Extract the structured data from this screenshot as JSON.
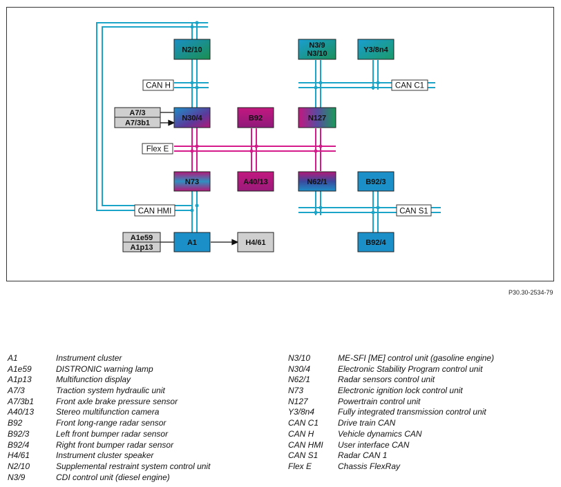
{
  "diagram": {
    "reference": "P30.30-2534-79",
    "units": {
      "n2_10": "N2/10",
      "n3_9": "N3/9",
      "n3_10": "N3/10",
      "y3_8n4": "Y3/8n4",
      "n30_4": "N30/4",
      "b92": "B92",
      "n127": "N127",
      "n73": "N73",
      "a40_13": "A40/13",
      "n62_1": "N62/1",
      "b92_3": "B92/3",
      "b92_4": "B92/4",
      "a1": "A1",
      "h4_61": "H4/61",
      "a7_3": "A7/3",
      "a7_3b1": "A7/3b1",
      "a1e59": "A1e59",
      "a1p13": "A1p13"
    },
    "buses": {
      "can_h": "CAN H",
      "can_c1": "CAN C1",
      "flex_e": "Flex E",
      "can_hmi": "CAN HMI",
      "can_s1": "CAN S1"
    },
    "colors": {
      "can_line": "#1aa4c8",
      "flexray_line": "#d6198a",
      "box_blue": "#1a8fc8",
      "box_green": "#1b8f4f",
      "box_purple": "#4a3d96",
      "box_magenta": "#b3197a",
      "box_gray": "#cfcfcf"
    }
  },
  "legend": {
    "left": [
      {
        "code": "A1",
        "desc": "Instrument cluster"
      },
      {
        "code": "A1e59",
        "desc": "DISTRONIC warning lamp"
      },
      {
        "code": "A1p13",
        "desc": "Multifunction display"
      },
      {
        "code": "A7/3",
        "desc": "Traction system hydraulic unit"
      },
      {
        "code": "A7/3b1",
        "desc": "Front axle brake pressure sensor"
      },
      {
        "code": "A40/13",
        "desc": "Stereo multifunction camera"
      },
      {
        "code": "B92",
        "desc": "Front long-range radar sensor"
      },
      {
        "code": "B92/3",
        "desc": "Left front bumper radar sensor"
      },
      {
        "code": "B92/4",
        "desc": "Right front bumper radar sensor"
      },
      {
        "code": "H4/61",
        "desc": "Instrument cluster speaker"
      },
      {
        "code": "N2/10",
        "desc": "Supplemental restraint system control unit"
      },
      {
        "code": "N3/9",
        "desc": "CDI control unit (diesel engine)"
      }
    ],
    "right": [
      {
        "code": "N3/10",
        "desc": "ME-SFI [ME] control unit (gasoline engine)"
      },
      {
        "code": "N30/4",
        "desc": "Electronic Stability Program control unit"
      },
      {
        "code": "N62/1",
        "desc": "Radar sensors control unit"
      },
      {
        "code": "N73",
        "desc": "Electronic ignition lock control unit"
      },
      {
        "code": "N127",
        "desc": "Powertrain control unit"
      },
      {
        "code": "Y3/8n4",
        "desc": "Fully integrated transmission control unit"
      },
      {
        "code": "CAN C1",
        "desc": "Drive train CAN"
      },
      {
        "code": "CAN H",
        "desc": "Vehicle dynamics CAN"
      },
      {
        "code": "CAN HMI",
        "desc": "User interface CAN"
      },
      {
        "code": "CAN S1",
        "desc": "Radar CAN 1"
      },
      {
        "code": "Flex E",
        "desc": "Chassis FlexRay"
      }
    ]
  }
}
